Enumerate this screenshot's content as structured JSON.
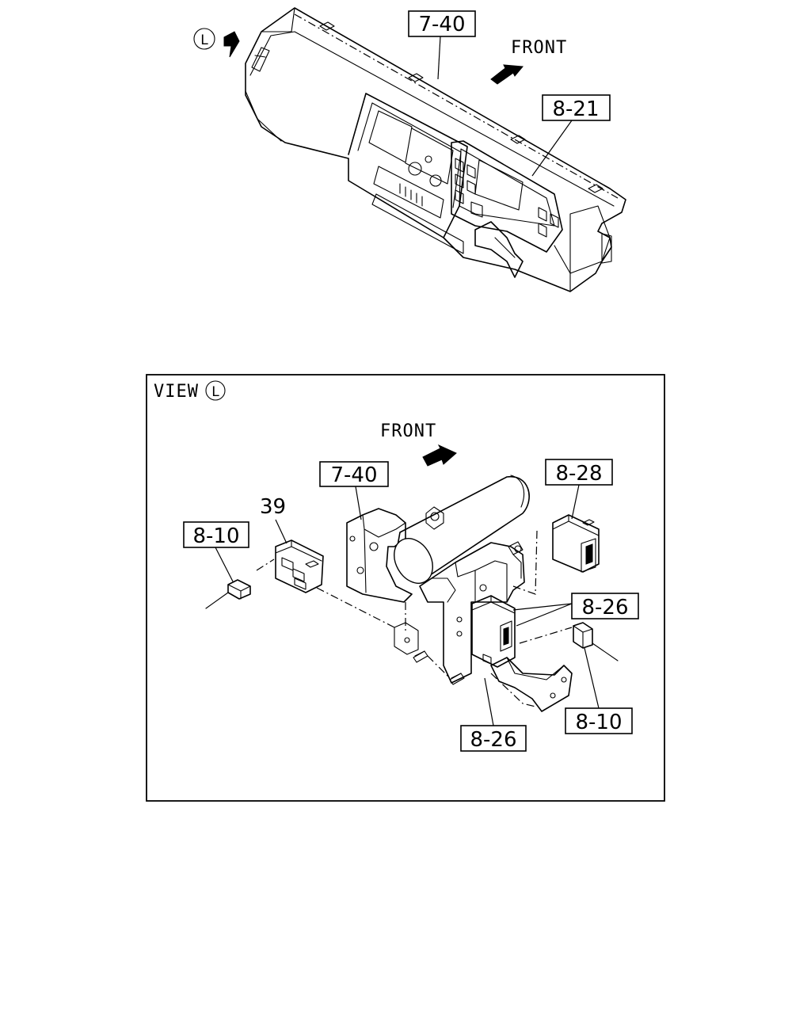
{
  "top_view": {
    "view_marker": "L",
    "labels": {
      "instrument_panel": "7-40",
      "meter_cluster": "8-21",
      "front": "FRONT"
    }
  },
  "detail_view": {
    "title_prefix": "VIEW",
    "title_marker": "L",
    "labels": {
      "front": "FRONT",
      "instrument_panel": "7-40",
      "relay_39": "39",
      "connector_left": "8-10",
      "relay_right": "8-28",
      "bracket_upper": "8-26",
      "bracket_lower": "8-26",
      "connector_right": "8-10"
    }
  }
}
